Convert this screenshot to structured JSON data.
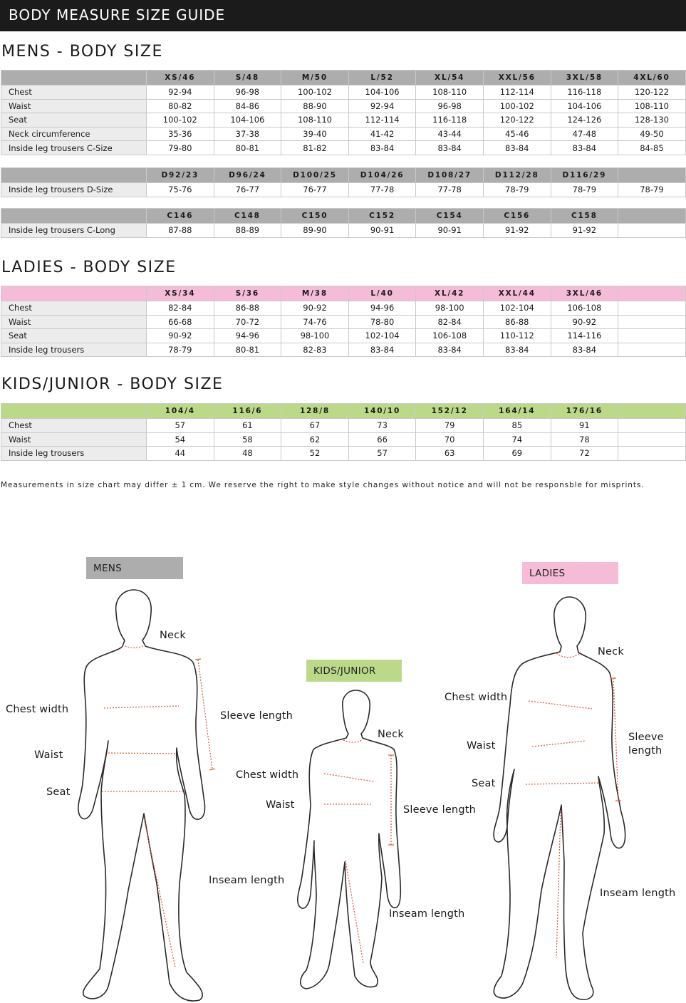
{
  "header": {
    "title": "BODY MEASURE SIZE GUIDE"
  },
  "mens": {
    "title": "MENS - BODY SIZE",
    "table1": {
      "headers": [
        "XS/46",
        "S/48",
        "M/50",
        "L/52",
        "XL/54",
        "XXL/56",
        "3XL/58",
        "4XL/60"
      ],
      "rows": [
        {
          "label": "Chest",
          "values": [
            "92-94",
            "96-98",
            "100-102",
            "104-106",
            "108-110",
            "112-114",
            "116-118",
            "120-122"
          ]
        },
        {
          "label": "Waist",
          "values": [
            "80-82",
            "84-86",
            "88-90",
            "92-94",
            "96-98",
            "100-102",
            "104-106",
            "108-110"
          ]
        },
        {
          "label": "Seat",
          "values": [
            "100-102",
            "104-106",
            "108-110",
            "112-114",
            "116-118",
            "120-122",
            "124-126",
            "128-130"
          ]
        },
        {
          "label": "Neck circumference",
          "values": [
            "35-36",
            "37-38",
            "39-40",
            "41-42",
            "43-44",
            "45-46",
            "47-48",
            "49-50"
          ]
        },
        {
          "label": "Inside leg trousers C-Size",
          "values": [
            "79-80",
            "80-81",
            "81-82",
            "83-84",
            "83-84",
            "83-84",
            "83-84",
            "84-85"
          ]
        }
      ]
    },
    "table2": {
      "headers": [
        "D92/23",
        "D96/24",
        "D100/25",
        "D104/26",
        "D108/27",
        "D112/28",
        "D116/29",
        ""
      ],
      "rows": [
        {
          "label": "Inside leg trousers D-Size",
          "values": [
            "75-76",
            "76-77",
            "76-77",
            "77-78",
            "77-78",
            "78-79",
            "78-79",
            "78-79"
          ]
        }
      ]
    },
    "table3": {
      "headers": [
        "C146",
        "C148",
        "C150",
        "C152",
        "C154",
        "C156",
        "C158",
        ""
      ],
      "rows": [
        {
          "label": "Inside leg trousers C-Long",
          "values": [
            "87-88",
            "88-89",
            "89-90",
            "90-91",
            "90-91",
            "91-92",
            "91-92",
            ""
          ]
        }
      ]
    }
  },
  "ladies": {
    "title": "LADIES - BODY SIZE",
    "table": {
      "headers": [
        "XS/34",
        "S/36",
        "M/38",
        "L/40",
        "XL/42",
        "XXL/44",
        "3XL/46",
        ""
      ],
      "rows": [
        {
          "label": "Chest",
          "values": [
            "82-84",
            "86-88",
            "90-92",
            "94-96",
            "98-100",
            "102-104",
            "106-108",
            ""
          ]
        },
        {
          "label": "Waist",
          "values": [
            "66-68",
            "70-72",
            "74-76",
            "78-80",
            "82-84",
            "86-88",
            "90-92",
            ""
          ]
        },
        {
          "label": "Seat",
          "values": [
            "90-92",
            "94-96",
            "98-100",
            "102-104",
            "106-108",
            "110-112",
            "114-116",
            ""
          ]
        },
        {
          "label": "Inside leg trousers",
          "values": [
            "78-79",
            "80-81",
            "82-83",
            "83-84",
            "83-84",
            "83-84",
            "83-84",
            ""
          ]
        }
      ]
    }
  },
  "kids": {
    "title": "KIDS/JUNIOR - BODY SIZE",
    "table": {
      "headers": [
        "104/4",
        "116/6",
        "128/8",
        "140/10",
        "152/12",
        "164/14",
        "176/16",
        ""
      ],
      "rows": [
        {
          "label": "Chest",
          "values": [
            "57",
            "61",
            "67",
            "73",
            "79",
            "85",
            "91",
            ""
          ]
        },
        {
          "label": "Waist",
          "values": [
            "54",
            "58",
            "62",
            "66",
            "70",
            "74",
            "78",
            ""
          ]
        },
        {
          "label": "Inside leg trousers",
          "values": [
            "44",
            "48",
            "52",
            "57",
            "63",
            "69",
            "72",
            ""
          ]
        }
      ]
    }
  },
  "note": "Measurements in size chart may differ ± 1 cm. We reserve the right to make style changes without notice and will not be responsble for misprints.",
  "figures": {
    "mens": {
      "tag": "MENS",
      "labels": {
        "neck": "Neck",
        "chest": "Chest width",
        "sleeve": "Sleeve length",
        "waist": "Waist",
        "seat": "Seat",
        "inseam": "Inseam length"
      }
    },
    "kids": {
      "tag": "KIDS/JUNIOR",
      "labels": {
        "neck": "Neck",
        "chest": "Chest width",
        "waist": "Waist",
        "sleeve": "Sleeve length",
        "inseam": "Inseam length"
      }
    },
    "ladies": {
      "tag": "LADIES",
      "labels": {
        "neck": "Neck",
        "chest": "Chest width",
        "sleeve1": "Sleeve",
        "sleeve2": "length",
        "waist": "Waist",
        "seat": "Seat",
        "inseam": "Inseam length"
      }
    }
  },
  "colors": {
    "header_bg": "#1b1b1b",
    "mens": "#adadad",
    "ladies": "#f5bcd8",
    "kids": "#bcd98a",
    "measure_line": "#e2603c"
  }
}
